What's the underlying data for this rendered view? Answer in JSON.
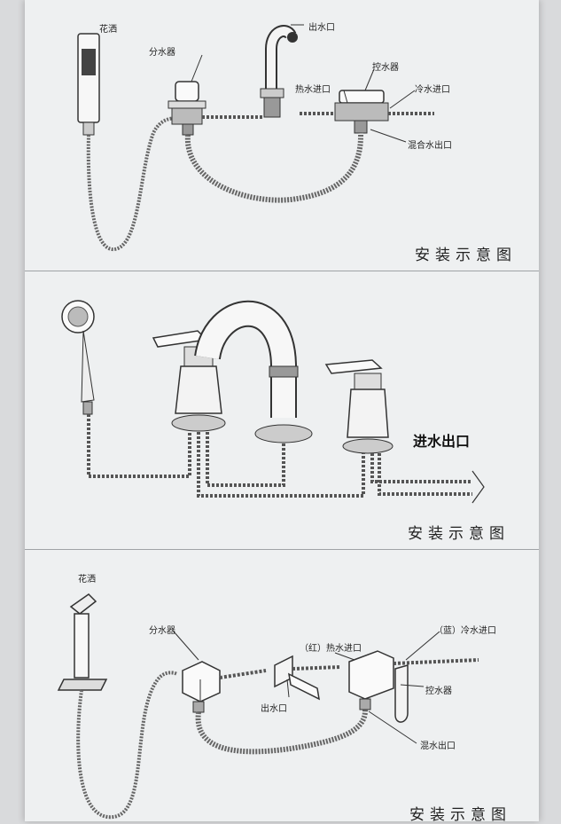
{
  "panel1": {
    "labels": {
      "shower": "花洒",
      "diverter": "分水器",
      "spout": "出水口",
      "controller": "控水器",
      "hot_inlet": "热水进口",
      "cold_inlet": "冷水进口",
      "mix_outlet": "混合水出口"
    },
    "caption": "安装示意图"
  },
  "panel2": {
    "labels": {
      "inlet_outlet": "进水出口"
    },
    "caption": "安装示意图"
  },
  "panel3": {
    "labels": {
      "shower": "花洒",
      "diverter": "分水器",
      "hot_inlet": "（红）热水进口",
      "cold_inlet": "（蓝）冷水进口",
      "controller": "控水器",
      "spout": "出水口",
      "mix_outlet": "混水出口"
    },
    "caption": "安装示意图"
  }
}
